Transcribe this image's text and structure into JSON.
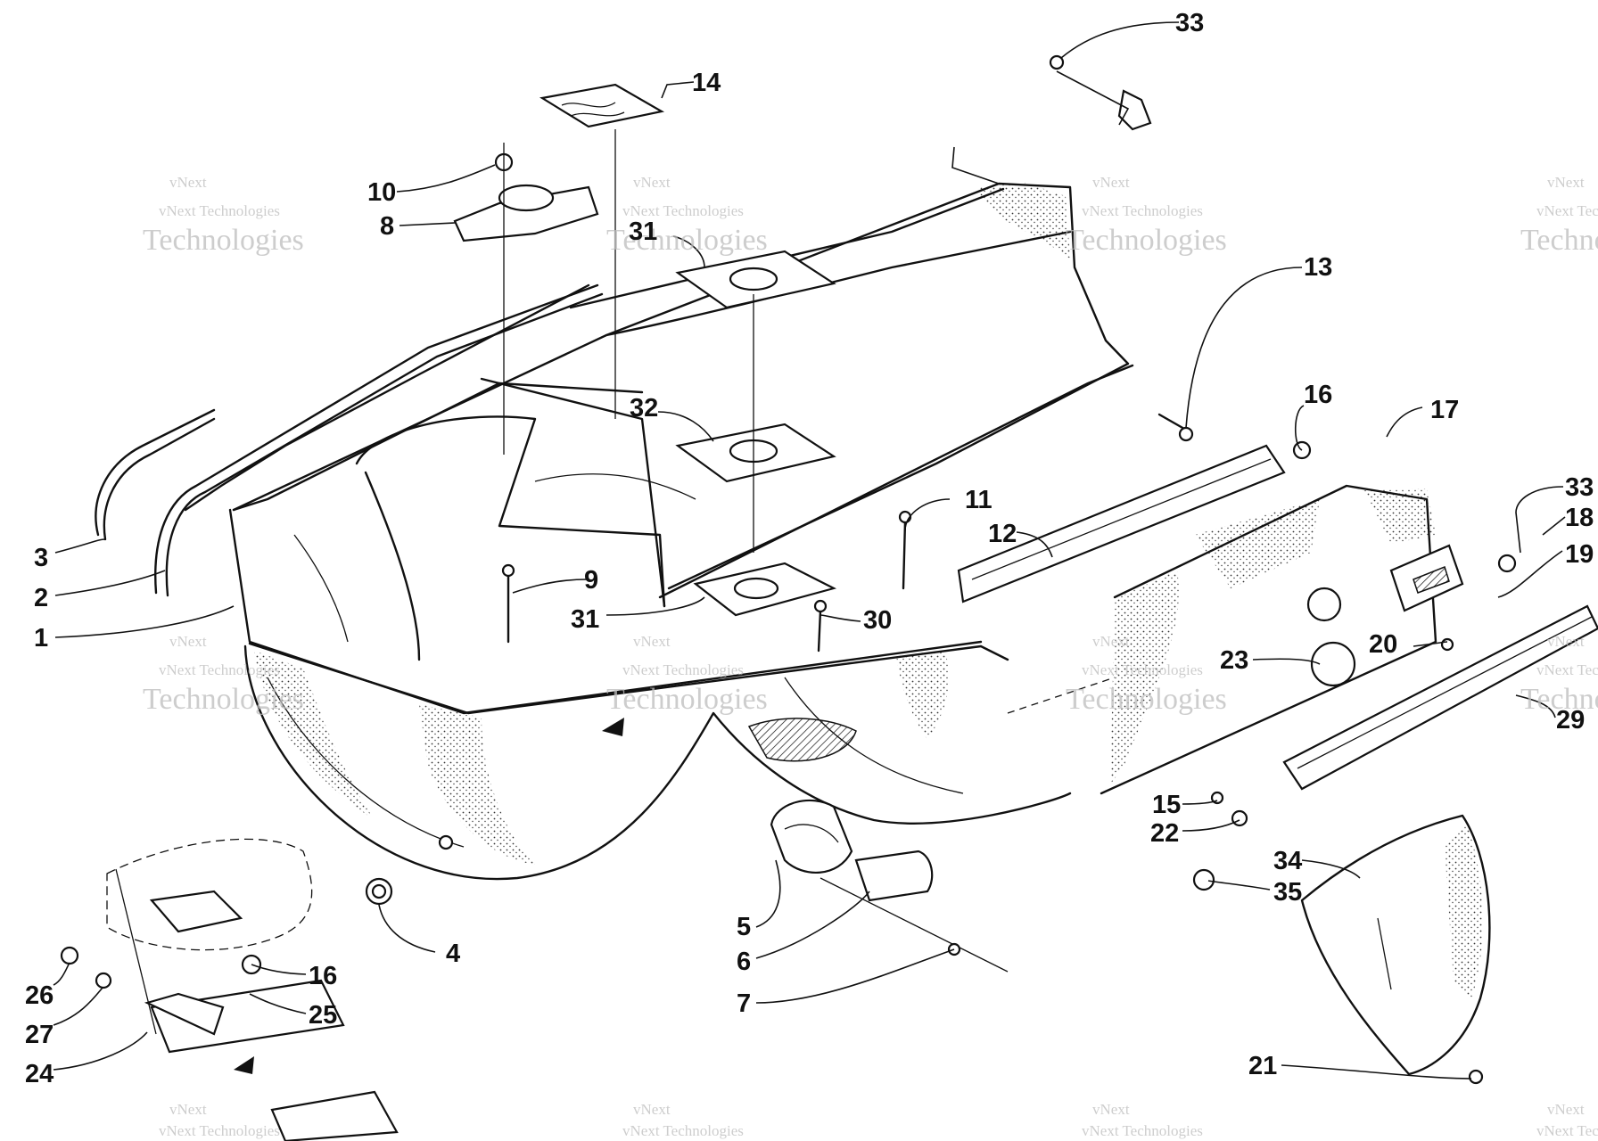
{
  "callouts": [
    {
      "id": "33",
      "label": "33"
    },
    {
      "id": "14",
      "label": "14"
    },
    {
      "id": "10",
      "label": "10"
    },
    {
      "id": "8",
      "label": "8"
    },
    {
      "id": "31a",
      "label": "31"
    },
    {
      "id": "13",
      "label": "13"
    },
    {
      "id": "16a",
      "label": "16"
    },
    {
      "id": "17",
      "label": "17"
    },
    {
      "id": "32",
      "label": "32"
    },
    {
      "id": "33b",
      "label": "33"
    },
    {
      "id": "18",
      "label": "18"
    },
    {
      "id": "19",
      "label": "19"
    },
    {
      "id": "11",
      "label": "11"
    },
    {
      "id": "12",
      "label": "12"
    },
    {
      "id": "3",
      "label": "3"
    },
    {
      "id": "2",
      "label": "2"
    },
    {
      "id": "9",
      "label": "9"
    },
    {
      "id": "1",
      "label": "1"
    },
    {
      "id": "31b",
      "label": "31"
    },
    {
      "id": "30",
      "label": "30"
    },
    {
      "id": "20",
      "label": "20"
    },
    {
      "id": "23",
      "label": "23"
    },
    {
      "id": "29",
      "label": "29"
    },
    {
      "id": "15",
      "label": "15"
    },
    {
      "id": "22",
      "label": "22"
    },
    {
      "id": "34",
      "label": "34"
    },
    {
      "id": "35",
      "label": "35"
    },
    {
      "id": "5",
      "label": "5"
    },
    {
      "id": "4",
      "label": "4"
    },
    {
      "id": "16b",
      "label": "16"
    },
    {
      "id": "6",
      "label": "6"
    },
    {
      "id": "26",
      "label": "26"
    },
    {
      "id": "25",
      "label": "25"
    },
    {
      "id": "27",
      "label": "27"
    },
    {
      "id": "7",
      "label": "7"
    },
    {
      "id": "24",
      "label": "24"
    },
    {
      "id": "21",
      "label": "21"
    }
  ],
  "watermark": {
    "line1": "vNext",
    "line2": "vNext Technologies",
    "line3": "Technologies"
  }
}
